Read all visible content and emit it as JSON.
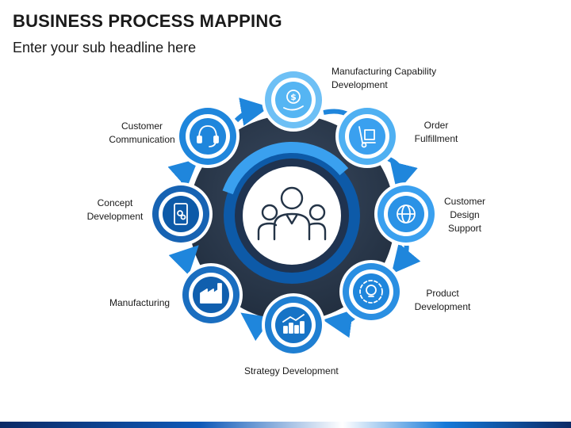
{
  "header": {
    "title": "BUSINESS PROCESS MAPPING",
    "subtitle": "Enter your sub headline here"
  },
  "colors": {
    "hub_dark": "#2b3a4f",
    "ring_light": "#3aa0ef",
    "ring_mid": "#1f86dc",
    "ring_dark": "#0d5aa8",
    "arrow": "#1f86dc"
  },
  "center": {
    "icon": "team-people-icon"
  },
  "steps": [
    {
      "label_lines": [
        "Manufacturing Capability",
        "Development"
      ],
      "icon": "money-gear-hand-icon"
    },
    {
      "label_lines": [
        "Order",
        "Fulfillment"
      ],
      "icon": "hand-truck-icon"
    },
    {
      "label_lines": [
        "Customer",
        "Design",
        "Support"
      ],
      "icon": "globe-gear-icon"
    },
    {
      "label_lines": [
        "Product",
        "Development"
      ],
      "icon": "lightbulb-gear-icon"
    },
    {
      "label_lines": [
        "Strategy Development"
      ],
      "icon": "chart-arrow-icon"
    },
    {
      "label_lines": [
        "Manufacturing"
      ],
      "icon": "factory-icon"
    },
    {
      "label_lines": [
        "Concept",
        "Development"
      ],
      "icon": "tablet-gear-icon"
    },
    {
      "label_lines": [
        "Customer",
        "Communication"
      ],
      "icon": "headset-icon"
    }
  ]
}
